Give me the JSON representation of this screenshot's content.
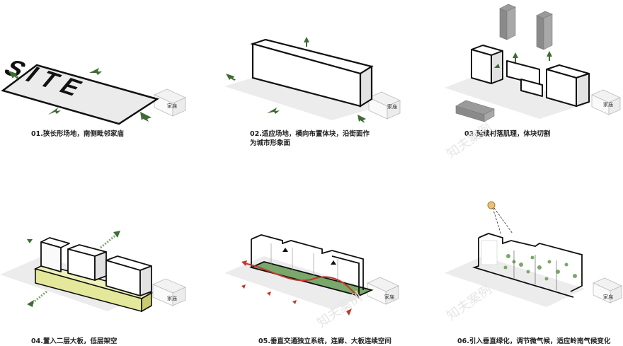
{
  "panels": [
    {
      "caption": "01.狭长形场地，南侧毗邻家庙",
      "site_text": "SITE",
      "temple_label": "家庙"
    },
    {
      "caption_line1": "02.适应场地，横向布置体块，沿街面作",
      "caption_line2": "为城市形象面",
      "temple_label": "家庙"
    },
    {
      "caption": "03.延续村落肌理，体块切割",
      "temple_label": "家庙"
    },
    {
      "caption": "04.置入二层大板，低层架空",
      "temple_label": "家庙"
    },
    {
      "caption": "05.垂直交通独立系统，连廊、大板连续空间",
      "temple_label": "家庙"
    },
    {
      "caption": "06.引入垂直绿化，调节微气候，适应岭南气候变化",
      "temple_label": "家庙"
    }
  ],
  "watermark": "知夫案例",
  "colors": {
    "arrow": "#3f6b34",
    "slab": "#e4e89a",
    "green_floor": "#7aa86a",
    "route": "#c0392b",
    "grey_block": "#9a9a9a"
  }
}
